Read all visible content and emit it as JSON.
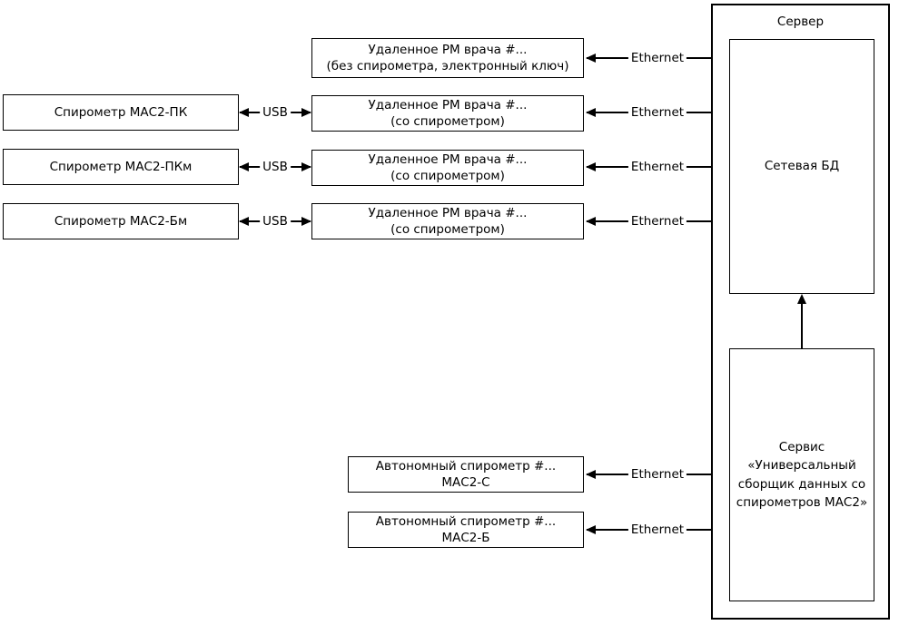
{
  "links": {
    "usb_label": "USB",
    "ethernet_label": "Ethernet"
  },
  "server": {
    "title": "Сервер",
    "db_label": "Сетевая БД",
    "service_label": "Сервис «Универсальный сборщик данных со спирометров МАС2»"
  },
  "spirometers": [
    "Спирометр МАС2-ПК",
    "Спирометр МАС2-ПКм",
    "Спирометр МАС2-Бм"
  ],
  "workstations": [
    {
      "line1": "Удаленное РМ врача #...",
      "line2": "(без спирометра, электронный ключ)"
    },
    {
      "line1": "Удаленное РМ врача #...",
      "line2": "(со спирометром)"
    },
    {
      "line1": "Удаленное РМ врача #...",
      "line2": "(со спирометром)"
    },
    {
      "line1": "Удаленное РМ врача #...",
      "line2": "(со спирометром)"
    }
  ],
  "autonomous_spirometers": [
    {
      "line1": "Автономный спирометр #...",
      "line2": "МАС2-С"
    },
    {
      "line1": "Автономный спирометр #...",
      "line2": "МАС2-Б"
    }
  ]
}
